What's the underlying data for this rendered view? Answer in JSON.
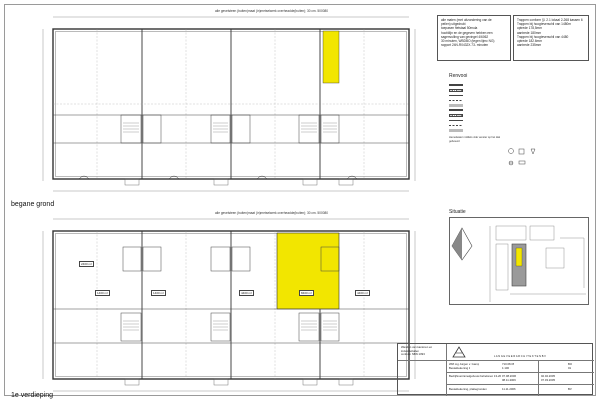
{
  "colors": {
    "highlight": "#f2e600",
    "wall": "#3a3a3a",
    "grid": "#777777",
    "paper": "#ffffff"
  },
  "plans": {
    "ground": {
      "dim_note": "alle gevelsteen (buiten)maat (in)metselwerk overheadde(buiten); 30 cm. 500080",
      "floor_label": "begane grond"
    },
    "first": {
      "dim_note": "alle gevelsteen (buiten)maat (in)metselwerk overheadde(buiten); 30 cm. 500080",
      "floor_label": "1e verdieping",
      "area_tags": [
        "2400 m²",
        "1400 m²",
        "1400 m²",
        "4400 m²",
        "8400 m²",
        "4400 m²"
      ]
    }
  },
  "notes": {
    "left": [
      "alle maten (met uitzondering van de",
      "peilen) uitgedrukt",
      "toepasen fietstaal 50mula",
      "hoofdlijn en de gegeven hebben een",
      "sagenvulling van gevingel 4/6062",
      "30 minuten, WBDBO (tegen lijmc NG)",
      "rapport 24N-R0432X.73- minuten"
    ],
    "right": [
      "Trappen conform §l. 2.1 lokaal 2-268 kassen 6",
      "Trappen bij hoogteverschil van 1480m",
      "optrede 178,5mm",
      "aantrede 180mm",
      "Trappen bij hoogteverschil van 4480",
      "optrede 182.6mm",
      "aantrede 235mm"
    ]
  },
  "legend": {
    "title": "Renvooi",
    "remark": "Hemelwater middels vide venster op het dak",
    "remark2": "gebouwd"
  },
  "situatie": {
    "title": "Situatie"
  },
  "title_block": {
    "company": "L A N G E V E E R   A R C H I T E K T E N   B V",
    "project": "Bedrijfsverzamelgebouw behelsnen 13-20",
    "subject": "Bestektekening, plattegronden",
    "client": "WM rog Jurgen v. Gamp",
    "phase": "Bestektekening 1",
    "date_rows": [
      "07.08.2006",
      "08.11.2006",
      "11.11.2006"
    ],
    "rev_rows": [
      "02.02.2005",
      "07.03.2005"
    ],
    "drawing_nr": "BO",
    "sheet": "01",
    "scale": "1:100",
    "code": "710.08.06",
    "rev": "BV",
    "note": [
      "Wanden van kantoren en",
      "industriehallen",
      "conform NBN 1093"
    ]
  }
}
